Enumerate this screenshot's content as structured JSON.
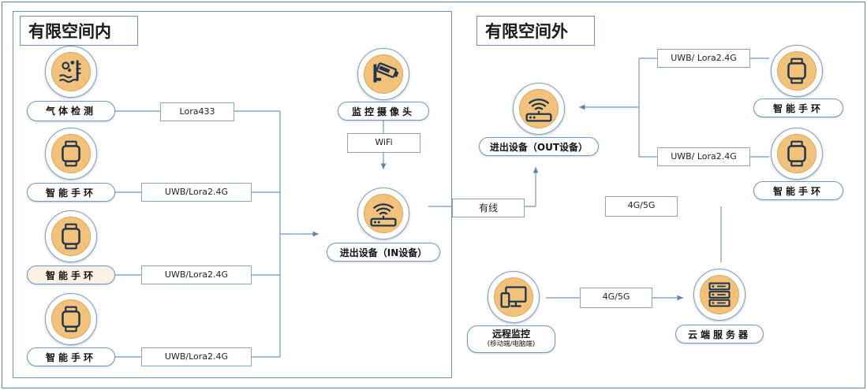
{
  "zones": {
    "inside_title": "有限空间内",
    "outside_title": "有限空间外"
  },
  "nodes": {
    "gas": "气体检测",
    "band1": "智能手环",
    "band2": "智能手环",
    "band3": "智能手环",
    "camera": "监控摄像头",
    "in_device": "进出设备（IN设备）",
    "out_device": "进出设备（OUT设备）",
    "band_out1": "智能手环",
    "band_out2": "智能手环",
    "remote": "远程监控",
    "remote_sub": "(移动端/电脑端)",
    "cloud": "云端服务器"
  },
  "links": {
    "lora433": "Lora433",
    "uwb1": "UWB/Lora2.4G",
    "uwb2": "UWB/Lora2.4G",
    "uwb3": "UWB/Lora2.4G",
    "wifi": "WiFi",
    "wired": "有线",
    "uwb_out1": "UWB/ Lora2.4G",
    "uwb_out2": "UWB/ Lora2.4G",
    "net_mid": "4G/5G",
    "net_bottom": "4G/5G"
  },
  "icons": {
    "gas": "gas-sensor-icon",
    "band": "smart-band-icon",
    "camera": "cctv-camera-icon",
    "router": "router-icon",
    "monitor": "monitor-phone-icon",
    "server": "server-rack-icon"
  },
  "colors": {
    "frame": "#5b86ad",
    "icon_fill": "#f2c27a",
    "icon_stroke": "#1f3550",
    "connector": "#5b86ad"
  }
}
